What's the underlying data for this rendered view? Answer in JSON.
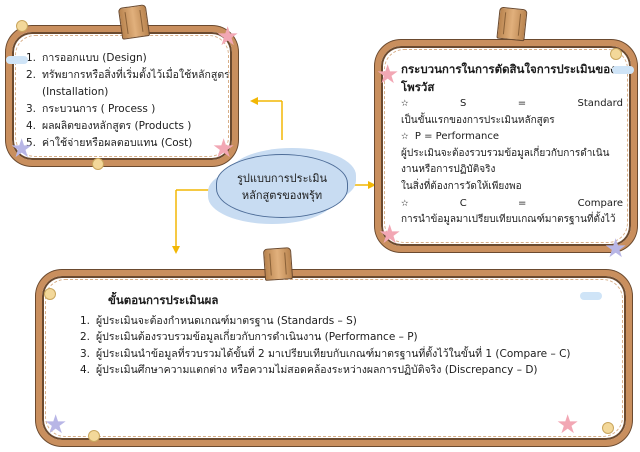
{
  "center": {
    "text": "รูปแบบการประเมินหลักสูตรของพรุ้ท"
  },
  "top_left": {
    "items": [
      {
        "num": "1.",
        "text": "การออกแบบ (Design)"
      },
      {
        "num": "2.",
        "text": "ทรัพยากรหรือสิ่งที่เริ่มตั้งไว้เมื่อใช้หลักสูตร (Installation)"
      },
      {
        "num": "3.",
        "text": "กระบวนการ ( Process )"
      },
      {
        "num": "4.",
        "text": "ผลผลิตของหลักสูตร (Products )"
      },
      {
        "num": "5.",
        "text": "ค่าใช้จ่ายหรือผลตอบแทน (Cost)"
      }
    ]
  },
  "top_right": {
    "title": "กระบวนการในการตัดสินใจการประเมินของโพรวัส",
    "s_letter": "S",
    "eq": "=",
    "s_word": "Standard",
    "s_desc": "เป็นขั้นแรกของการประเมินหลักสูตร",
    "p_line": "P = Performance",
    "p_desc_1": "ผู้ประเมินจะต้องรวบรวมข้อมูลเกี่ยวกับการดำเนินงานหรือการปฏิบัติจริง",
    "p_desc_2": "ในสิ่งที่ต้องการวัดให้เพียงพอ",
    "c_letter": "C",
    "c_word": "Compare",
    "c_desc": "การนำข้อมูลมาเปรียบเทียบเกณฑ์มาตรฐานที่ตั้งไว้",
    "star_glyph": "✫"
  },
  "bottom": {
    "title": "ขั้นตอนการประเมินผล",
    "items": [
      {
        "num": "1.",
        "text": "ผู้ประเมินจะต้องกำหนดเกณฑ์มาตรฐาน (Standards – S)"
      },
      {
        "num": "2.",
        "text": "ผู้ประเมินต้องรวบรวมข้อมูลเกี่ยวกับการดำเนินงาน (Performance – P)"
      },
      {
        "num": "3.",
        "text": "ผู้ประเมินนำข้อมูลที่รวบรวมได้ขั้นที่ 2 มาเปรียบเทียบกับเกณฑ์มาตรฐานที่ตั้งไว้ในขั้นที่ 1 (Compare – C)"
      },
      {
        "num": "4.",
        "text": "ผู้ประเมินศึกษาความแตกต่าง หรือความไม่สอดคล้องระหว่างผลการปฏิบัติจริง (Discrepancy – D)"
      }
    ]
  },
  "colors": {
    "frame_wood": "#c98f5e",
    "frame_outline": "#6b4a2f",
    "cloud_fill": "#c8dcf2",
    "arrow": "#f2b705",
    "star_pink": "#f2a7b4",
    "star_lavender": "#b8b6e6"
  }
}
